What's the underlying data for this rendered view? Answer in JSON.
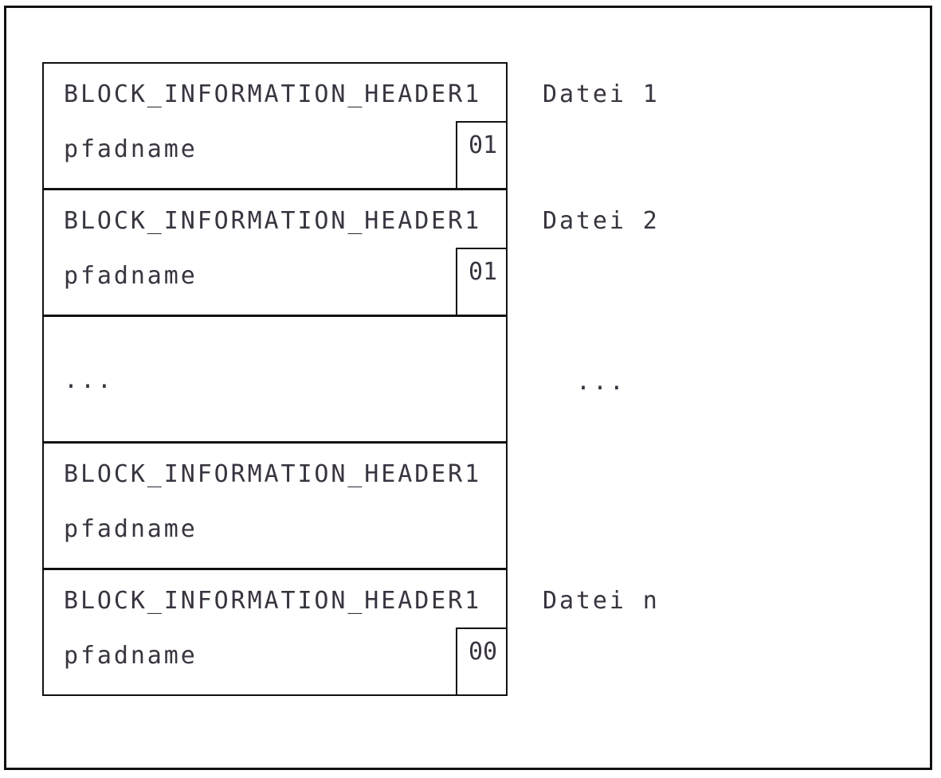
{
  "blocks": [
    {
      "header": "BLOCK_INFORMATION_HEADER1",
      "path": "pfadname",
      "flag": "01",
      "label": "Datei 1"
    },
    {
      "header": "BLOCK_INFORMATION_HEADER1",
      "path": "pfadname",
      "flag": "01",
      "label": "Datei 2"
    },
    {
      "ellipsis": "...",
      "label": "..."
    },
    {
      "header": "BLOCK_INFORMATION_HEADER1",
      "path": "pfadname"
    },
    {
      "header": "BLOCK_INFORMATION_HEADER1",
      "path": "pfadname",
      "flag": "00",
      "label": "Datei n"
    }
  ]
}
